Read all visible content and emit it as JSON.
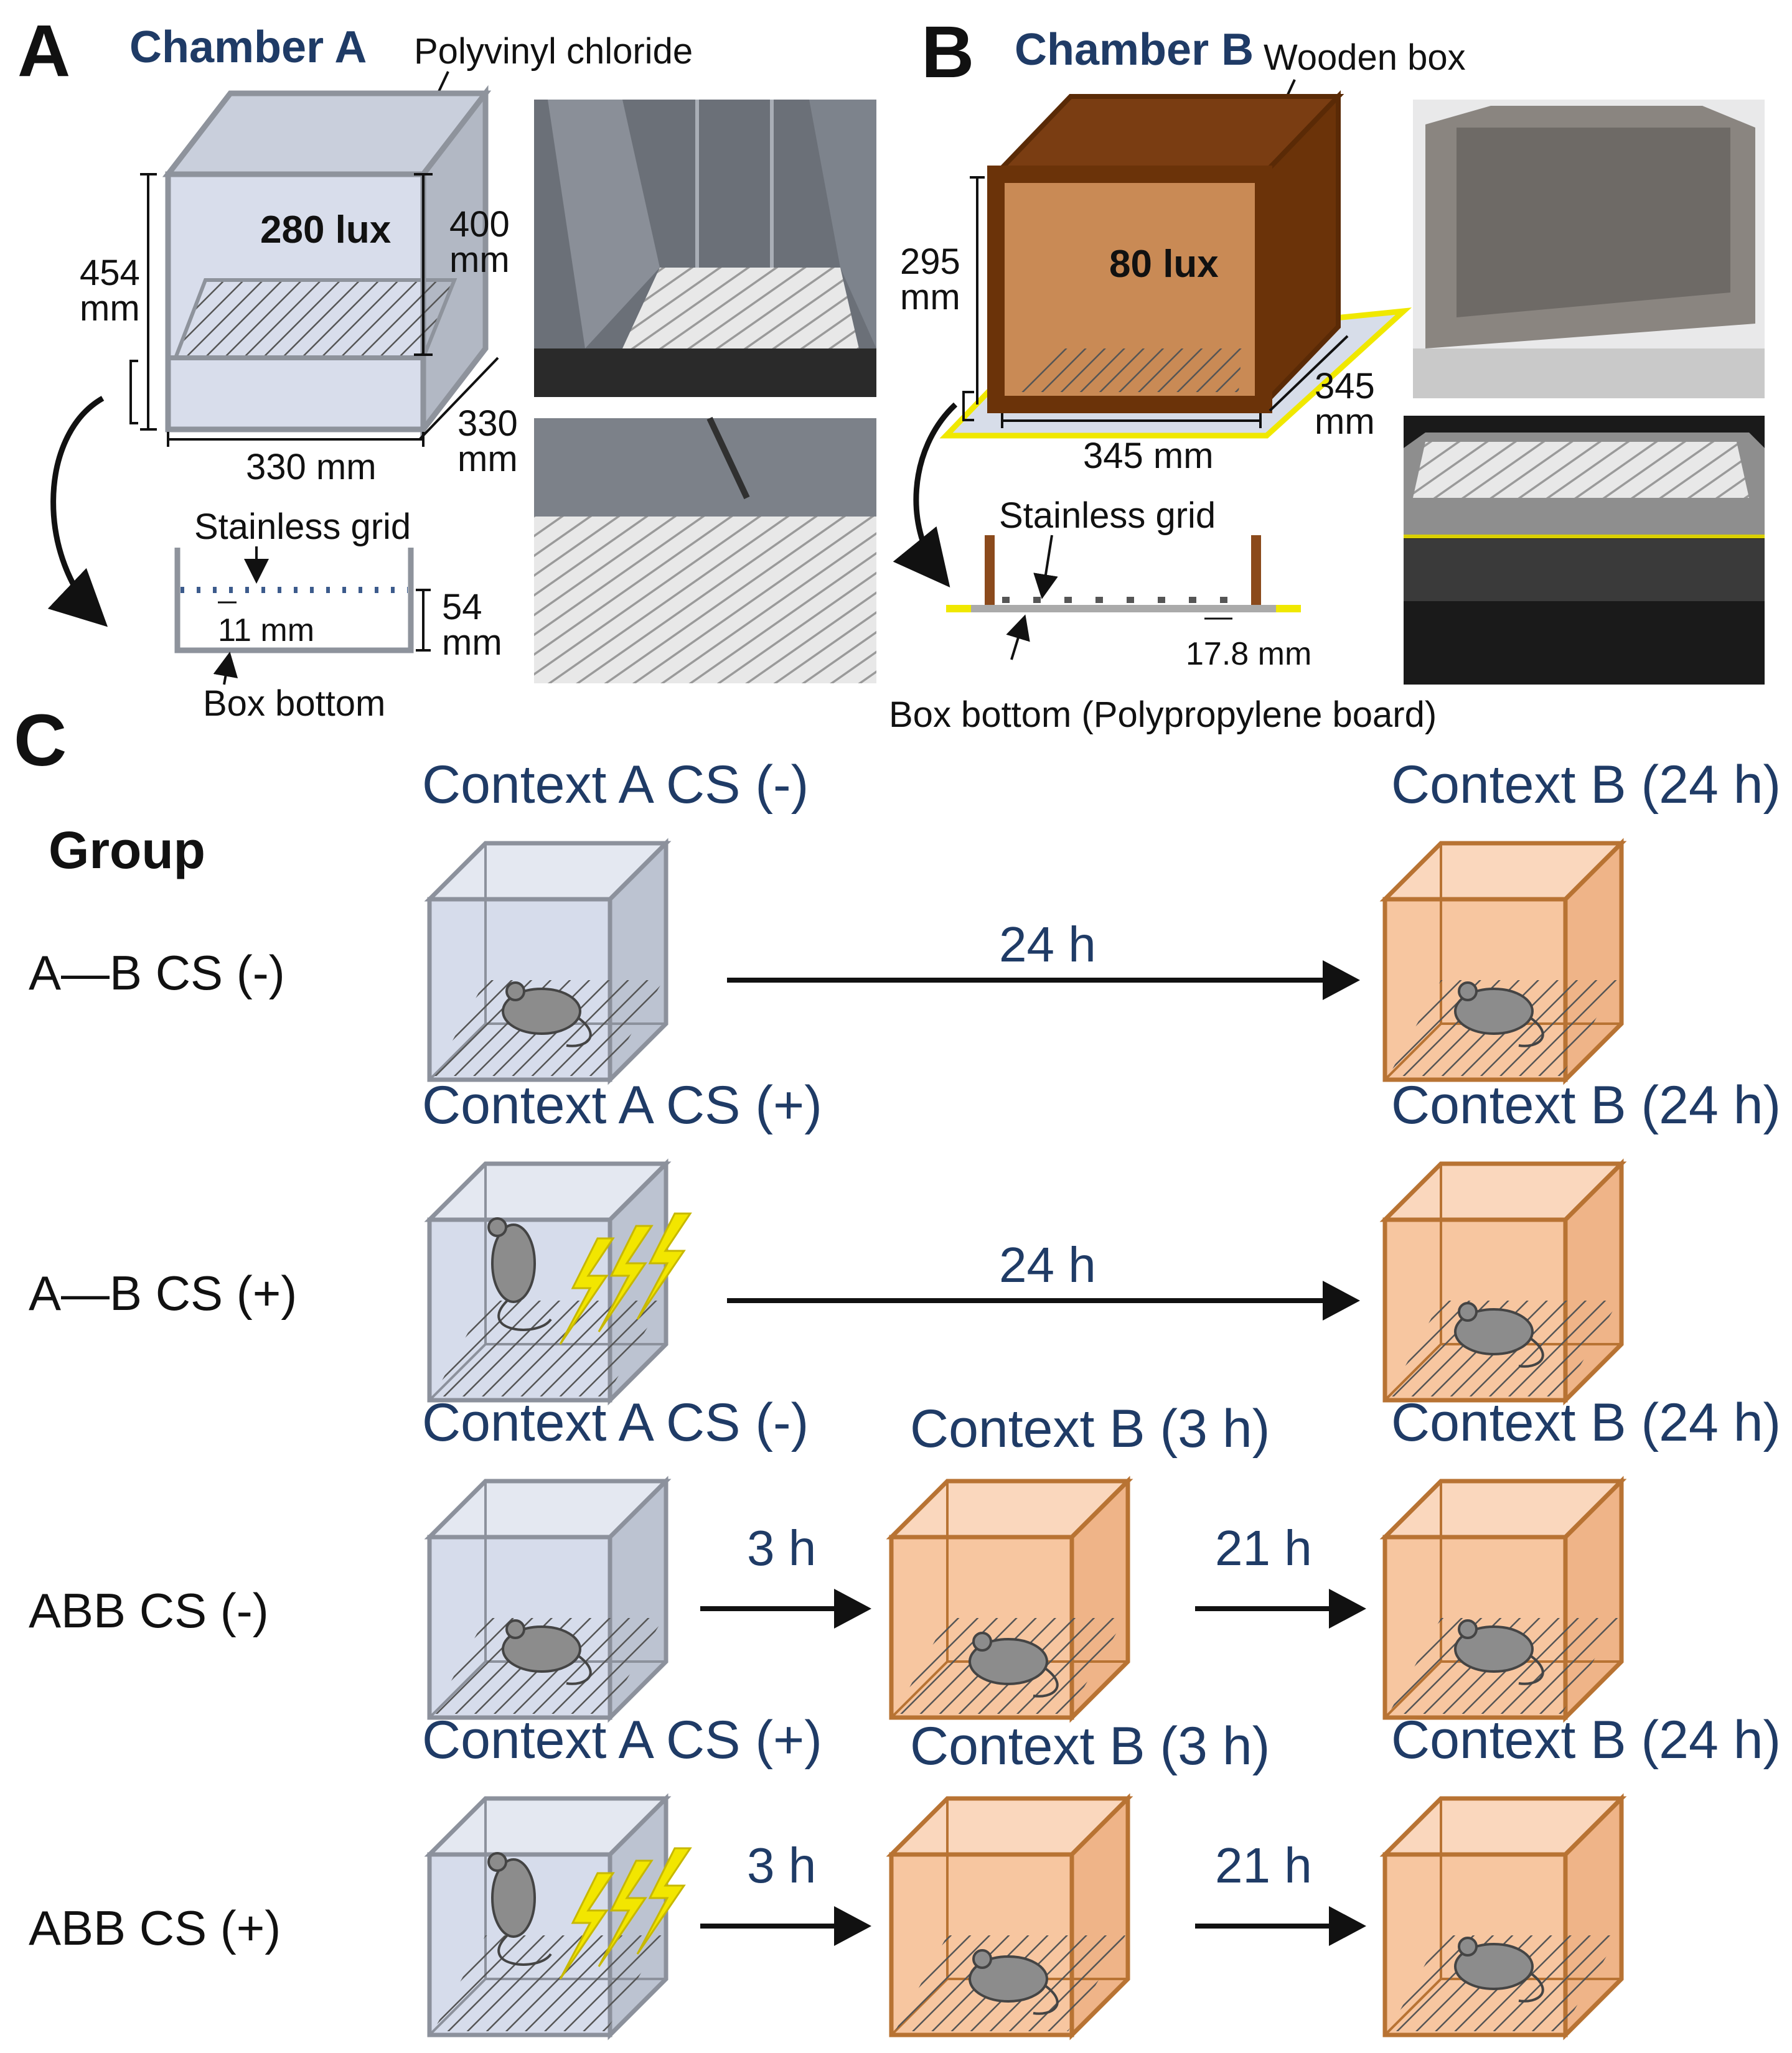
{
  "panel_a": {
    "letter": "A",
    "title": "Chamber A",
    "material": "Polyvinyl chloride",
    "lux": "280 lux",
    "height_total": [
      "454",
      "mm"
    ],
    "height_inner": [
      "400",
      "mm"
    ],
    "width": "330 mm",
    "depth": [
      "330",
      "mm"
    ],
    "grid_label": "Stainless grid",
    "grid_spacing": "11 mm",
    "grid_height": [
      "54",
      "mm"
    ],
    "box_bottom": "Box bottom"
  },
  "panel_b": {
    "letter": "B",
    "title": "Chamber B",
    "material": "Wooden box",
    "lux": "80 lux",
    "height": [
      "295",
      "mm"
    ],
    "width": "345 mm",
    "depth": [
      "345",
      "mm"
    ],
    "grid_label": "Stainless grid",
    "grid_spacing": "17.8 mm",
    "box_bottom": "Box bottom (Polypropylene board)"
  },
  "panel_c": {
    "letter": "C",
    "group_heading": "Group",
    "rows": [
      {
        "group": "A—B CS (-)",
        "first": "Context A CS (-)",
        "middle": "",
        "last": "Context B (24 h)",
        "delay1": "24 h",
        "delay2": ""
      },
      {
        "group": "A—B CS (+)",
        "first": "Context A CS (+)",
        "middle": "",
        "last": "Context B (24 h)",
        "delay1": "24 h",
        "delay2": ""
      },
      {
        "group": "ABB CS (-)",
        "first": "Context A CS (-)",
        "middle": "Context B (3 h)",
        "last": "Context B (24 h)",
        "delay1": "3 h",
        "delay2": "21 h"
      },
      {
        "group": "ABB CS (+)",
        "first": "Context A CS (+)",
        "middle": "Context B (3 h)",
        "last": "Context B (24 h)",
        "delay1": "3 h",
        "delay2": "21 h"
      }
    ]
  },
  "colors": {
    "chamber_a_fill": "#d6dceb",
    "chamber_a_stroke": "#8c919c",
    "chamber_b_fill": "#f7c6a0",
    "chamber_b_stroke": "#b87333",
    "wood_dark": "#6b3309",
    "wood_face": "#c98a55",
    "shock": "#f2e600",
    "heading_blue": "#1f3b66"
  }
}
